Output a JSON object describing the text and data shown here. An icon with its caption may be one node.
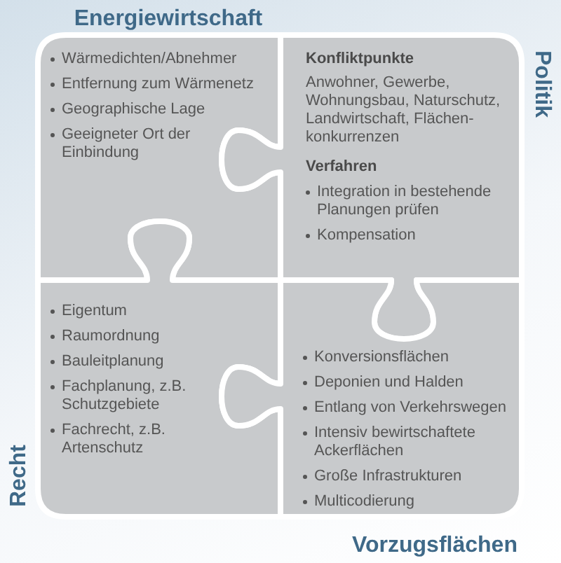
{
  "diagram": {
    "nodes": [
      {
        "text": [
          "Wärmedichten/Abnehmer",
          "Entfernung zum Wärmenetz",
          "Geographische Lage",
          "Geeigneter Ort der Einbindung"
        ],
        "beside": [
          "Energiewirtschaft"
        ]
      },
      {
        "text": [
          "Konfliktpunkte",
          "Anwohner, Gewerbe, Wohnungsbau, Naturschutz, Landwirtschaft, Flächen- konkurrenzen",
          "Verfahren",
          "Integration in bestehende Planungen prüfen",
          "Kompensation"
        ],
        "beside": [
          "Politik"
        ]
      },
      {
        "text": [
          "Eigentum",
          "Raumordnung",
          "Bauleitplanung",
          "Fachplanung, z.B. Schutzgebiete",
          "Fachrecht, z.B. Artenschutz"
        ],
        "beside": [
          "Recht"
        ]
      },
      {
        "text": [
          "Konversionsflächen",
          "Deponien und Halden",
          "Entlang von Verkehrswegen",
          "Intensiv bewirtschaftete Ackerflächen",
          "Große Infrastrukturen",
          "Multicodierung"
        ],
        "beside": [
          "Vorzugsflächen"
        ]
      }
    ]
  }
}
